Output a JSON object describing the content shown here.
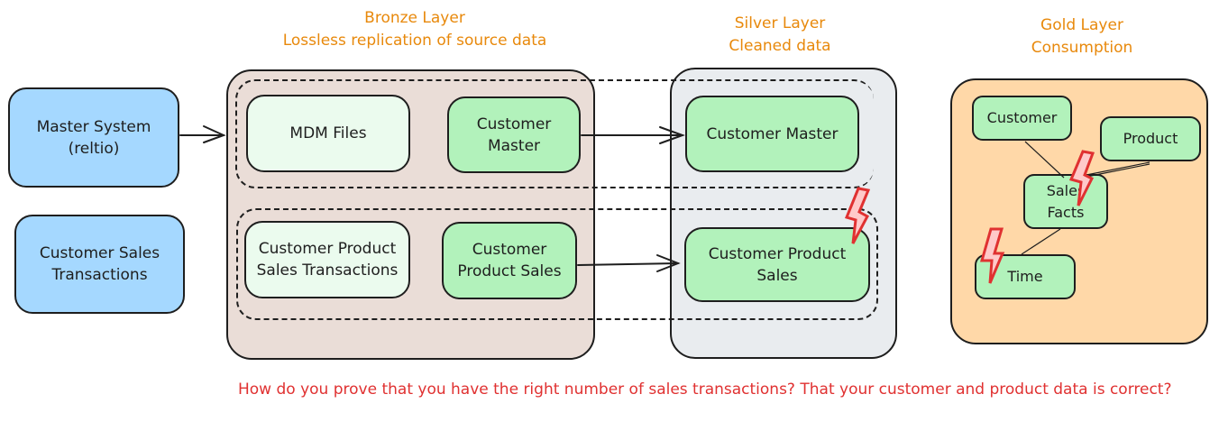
{
  "layers": {
    "bronze": {
      "title": "Bronze Layer",
      "subtitle": "Lossless replication of source data"
    },
    "silver": {
      "title": "Silver Layer",
      "subtitle": "Cleaned data"
    },
    "gold": {
      "title": "Gold Layer",
      "subtitle": "Consumption"
    }
  },
  "sources": {
    "master_system": "Master System (reltio)",
    "customer_sales": "Customer Sales Transactions"
  },
  "bronze_nodes": {
    "mdm_files": "MDM Files",
    "customer_master": "Customer Master",
    "cps_transactions": "Customer Product Sales Transactions",
    "customer_product_sales": "Customer Product Sales"
  },
  "silver_nodes": {
    "customer_master": "Customer Master",
    "customer_product_sales": "Customer Product Sales"
  },
  "gold_nodes": {
    "customer": "Customer",
    "product": "Product",
    "sales_facts": "Sales Facts",
    "time": "Time"
  },
  "question": "How do you prove that you have the right number of sales transactions?  That your customer and product data is correct?",
  "colors": {
    "title_orange": "#e8890c",
    "question_red": "#e03131",
    "source_blue": "#a5d8ff",
    "bronze_bg": "#eaddd7",
    "silver_bg": "#e9ecef",
    "gold_bg": "#ffd8a8",
    "node_green": "#b2f2bb",
    "node_light": "#ebfbee"
  }
}
